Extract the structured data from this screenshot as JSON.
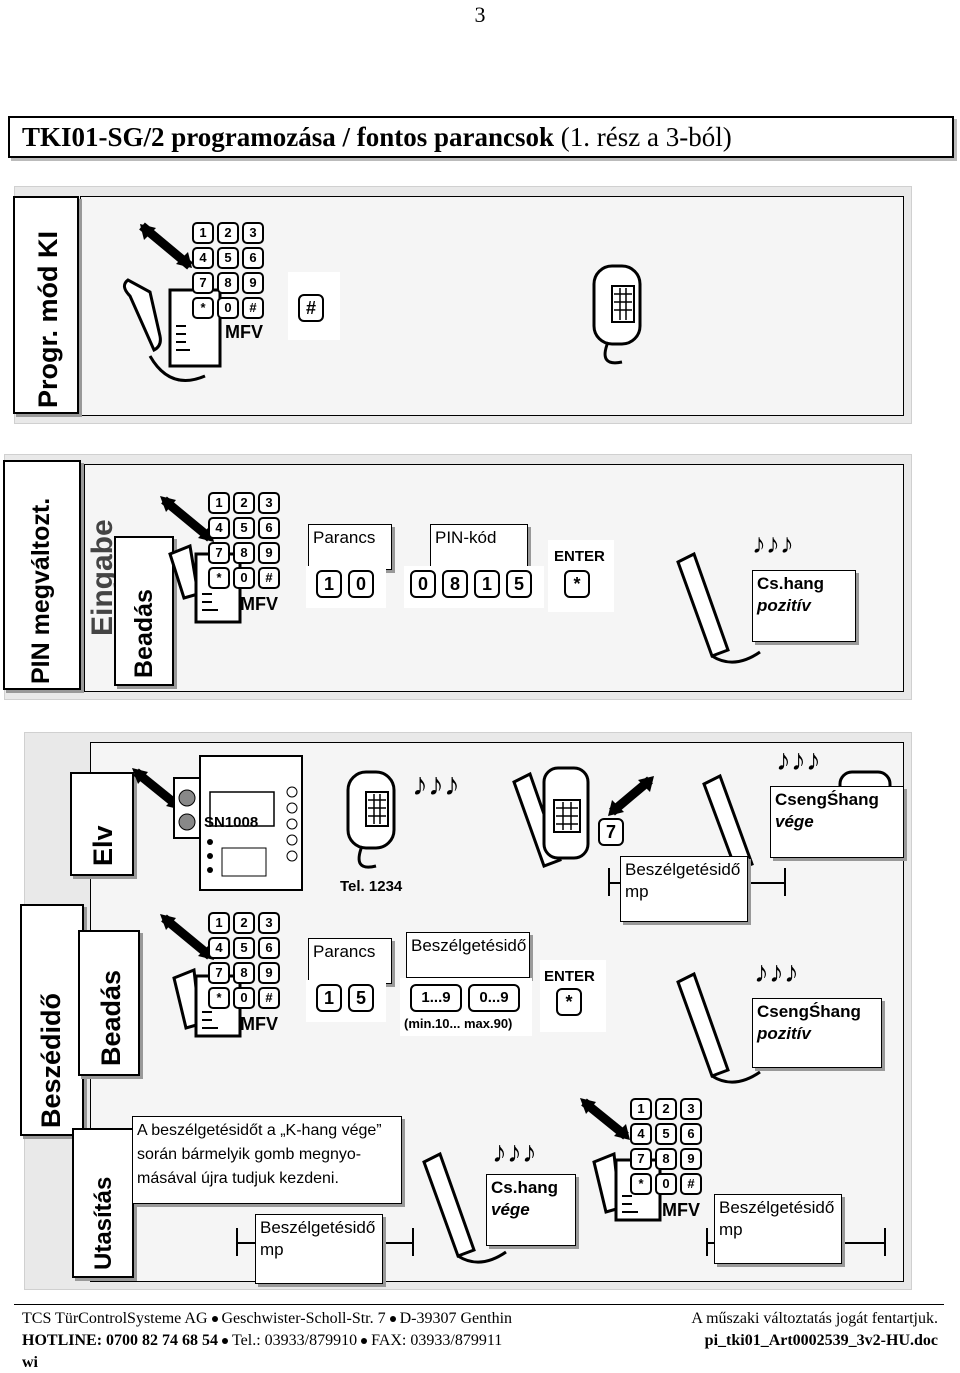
{
  "page_number": "3",
  "title": {
    "bold_part": "TKI01-SG/2 programozása  /  fontos parancsok",
    "normal_part": " (1. rész a 3-ból)"
  },
  "section1": {
    "side_label": "Progr. mód KI",
    "hash_key": "#"
  },
  "section2": {
    "side_label": "PIN megváltozt.",
    "sub_label_behind": "Eingabe",
    "sub_label": "Beadás",
    "parancs_label": "Parancs",
    "pin_label": "PIN-kód",
    "enter_label": "ENTER",
    "parancs_keys": [
      "1",
      "0"
    ],
    "pin_keys": [
      "0",
      "8",
      "1",
      "5"
    ],
    "enter_key": "*",
    "result_line1": "Cs.hang",
    "result_line2": "pozitív"
  },
  "section3": {
    "side_label": "Beszédidő",
    "elv_label": "Elv",
    "beadas_label": "Beadás",
    "utasitas_label": "Utasítás",
    "device_label": "SN1008",
    "tel_label": "Tel. 1234",
    "key_7": "7",
    "time_label_1_line1": "Beszélgetésidő",
    "time_label_1_line2": "mp",
    "end_label_1_line1": "CsengŚhang",
    "end_label_1_line2": "vége",
    "parancs_label": "Parancs",
    "time_cmd_label": "Beszélgetésidő",
    "enter_label": "ENTER",
    "parancs_keys": [
      "1",
      "5"
    ],
    "range_keys": [
      "1...9",
      "0...9"
    ],
    "range_note": "(min.10... max.90)",
    "enter_key": "*",
    "pos_label_line1": "CsengŚhang",
    "pos_label_line2": "pozitív",
    "note_lines": [
      "A beszélgetésidőt a „K-hang vége”",
      "során bármelyik gomb megnyo-",
      "másával újra tudjuk kezdeni."
    ],
    "time_label_2_line1": "Beszélgetésidő",
    "time_label_2_line2": "mp",
    "cs_end_line1": "Cs.hang",
    "cs_end_line2": "vége",
    "time_label_3_line1": "Beszélgetésidő",
    "time_label_3_line2": "mp"
  },
  "keypad": {
    "keys": [
      "1",
      "2",
      "3",
      "4",
      "5",
      "6",
      "7",
      "8",
      "9",
      "*",
      "0",
      "#"
    ],
    "brand": "MFV"
  },
  "footer": {
    "company": "TCS TürControlSysteme AG",
    "street": "Geschwister-Scholl-Str. 7",
    "city": "D-39307 Genthin",
    "rights": "A műszaki változtatás jogát fentartjuk.",
    "hotline": "HOTLINE: 0700 82 74 68 54",
    "tel": "Tel.: 03933/879910",
    "fax": "FAX:  03933/879911",
    "doc": "pi_tki01_Art0002539_3v2-HU.doc",
    "wi": "wi"
  }
}
